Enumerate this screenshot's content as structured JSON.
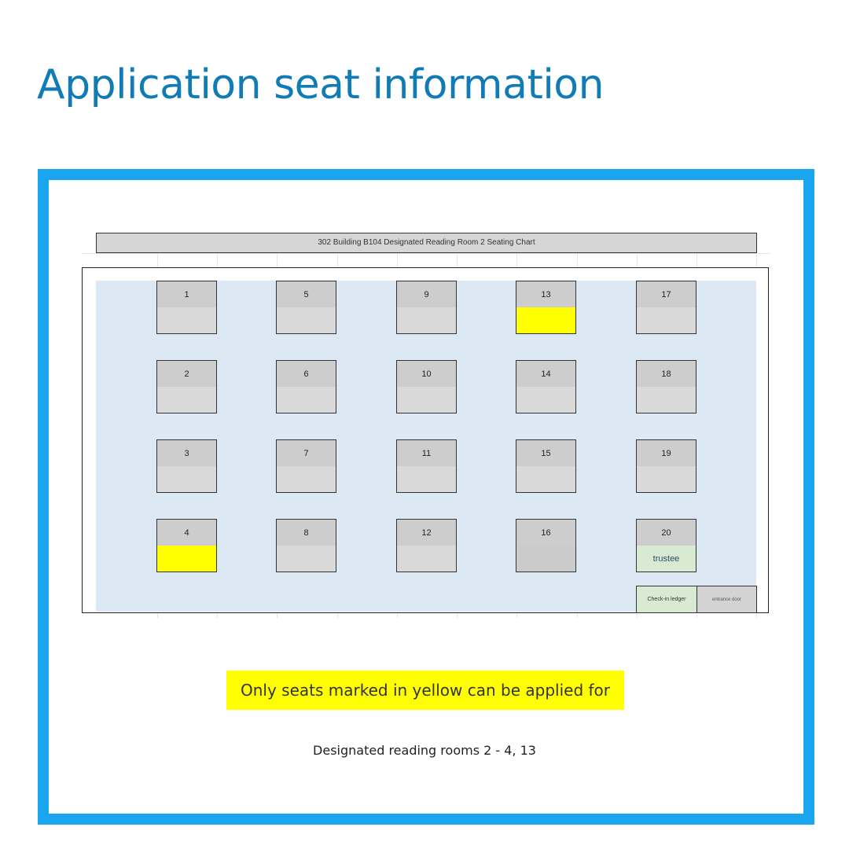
{
  "title": "Application seat information",
  "chart_title": "302 Building B104 Designated Reading Room 2 Seating Chart",
  "seats": [
    {
      "number": "1",
      "label": ""
    },
    {
      "number": "2",
      "label": ""
    },
    {
      "number": "3",
      "label": ""
    },
    {
      "number": "4",
      "label": ""
    },
    {
      "number": "5",
      "label": ""
    },
    {
      "number": "6",
      "label": ""
    },
    {
      "number": "7",
      "label": ""
    },
    {
      "number": "8",
      "label": ""
    },
    {
      "number": "9",
      "label": ""
    },
    {
      "number": "10",
      "label": ""
    },
    {
      "number": "11",
      "label": ""
    },
    {
      "number": "12",
      "label": ""
    },
    {
      "number": "13",
      "label": ""
    },
    {
      "number": "14",
      "label": ""
    },
    {
      "number": "15",
      "label": ""
    },
    {
      "number": "16",
      "label": ""
    },
    {
      "number": "17",
      "label": ""
    },
    {
      "number": "18",
      "label": ""
    },
    {
      "number": "19",
      "label": ""
    },
    {
      "number": "20",
      "label": "trustee"
    }
  ],
  "ledger": "Check-in ledger",
  "door": "entrance door",
  "note": "Only seats marked in yellow can be applied for",
  "subnote": "Designated reading rooms 2 - 4, 13",
  "colors": {
    "title": "#117bb5",
    "frame": "#1aa6ee",
    "highlight": "#ffff00",
    "floor": "#dce9f5",
    "trustee": "#d9ead3"
  }
}
